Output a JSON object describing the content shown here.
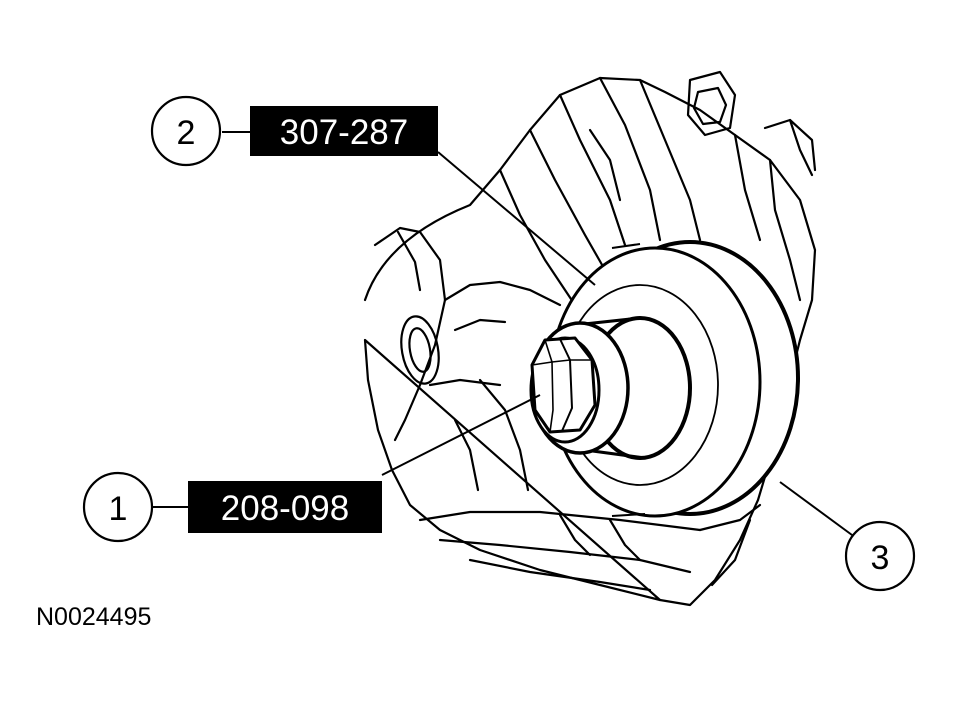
{
  "callouts": [
    {
      "number": "1",
      "tool": "208-098"
    },
    {
      "number": "2",
      "tool": "307-287"
    },
    {
      "number": "3"
    }
  ],
  "figure_id": "N0024495",
  "colors": {
    "ink": "#000000",
    "paper": "#ffffff"
  }
}
